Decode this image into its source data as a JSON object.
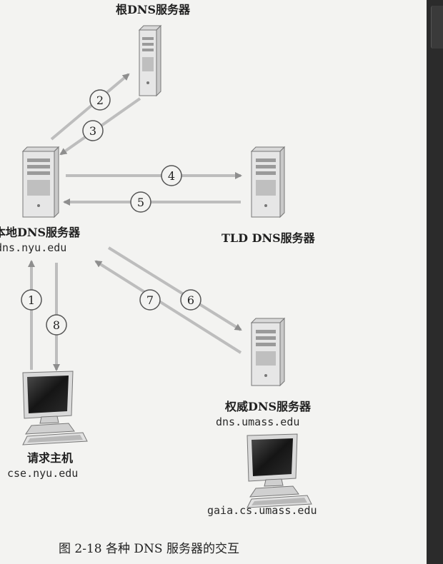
{
  "labels": {
    "root_server": "根DNS服务器",
    "local_server": "本地DNS服务器",
    "local_server_host": "dns.nyu.edu",
    "tld_server": "TLD DNS服务器",
    "auth_server": "权威DNS服务器",
    "auth_server_host": "dns.umass.edu",
    "requesting_host": "请求主机",
    "requesting_host_name": "cse.nyu.edu",
    "target_host_name": "gaia.cs.umass.edu",
    "caption": "图 2-18   各种 DNS 服务器的交互"
  },
  "steps": [
    "1",
    "2",
    "3",
    "4",
    "5",
    "6",
    "7",
    "8"
  ],
  "colors": {
    "background": "#f3f3f1",
    "arrow": "#bdbdbd",
    "arrow_head": "#8e8e8e",
    "server_body": "#e6e6e6",
    "server_side": "#c9c9c9",
    "screen": "#1c1c1c"
  }
}
